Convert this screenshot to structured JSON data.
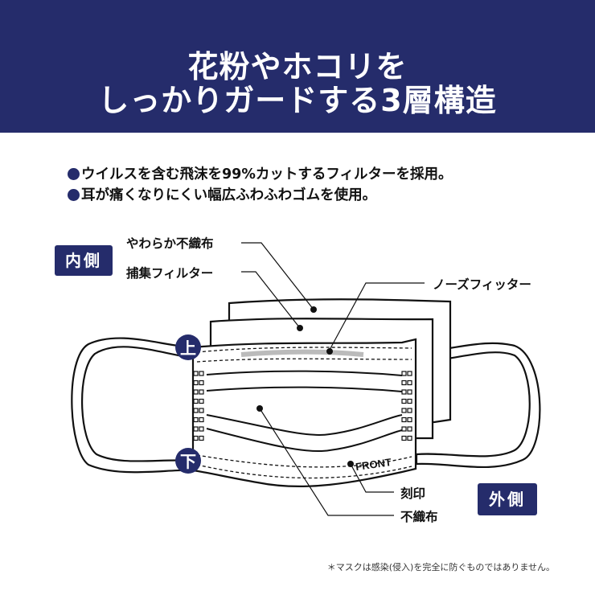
{
  "header": {
    "title_line1": "花粉やホコリを",
    "title_line2": "しっかりガードする3層構造"
  },
  "bullets": [
    "ウイルスを含む飛沫を99%カットするフィルターを採用。",
    "耳が痛くなりにくい幅広ふわふわゴムを使用。"
  ],
  "diagram": {
    "inner_badge": "内側",
    "outer_badge": "外側",
    "labels": {
      "soft_nonwoven": "やわらか不織布",
      "filter": "捕集フィルター",
      "nose_fitter": "ノーズフィッター",
      "imprint": "刻印",
      "nonwoven": "不織布"
    },
    "top_marker": "上",
    "bottom_marker": "下",
    "front_text": "FRONT"
  },
  "colors": {
    "navy": "#252c6b"
  },
  "note": "＊マスクは感染(侵入)を完全に防ぐものではありません。"
}
